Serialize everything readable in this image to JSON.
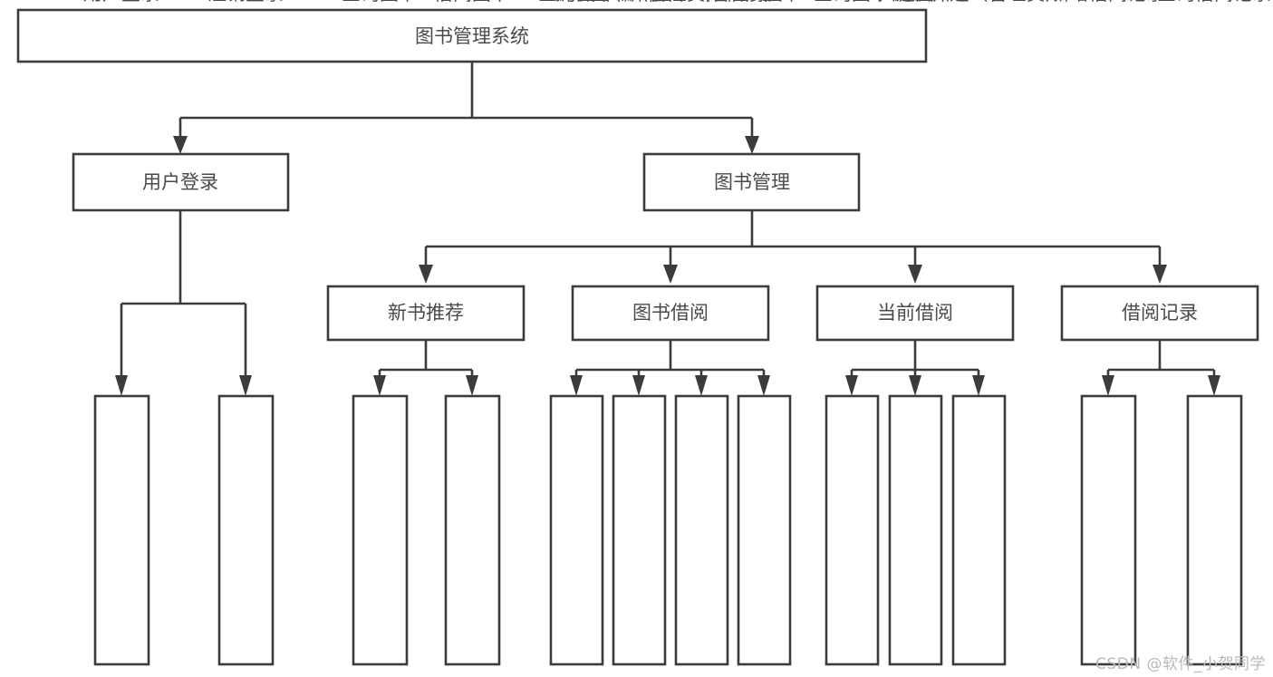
{
  "diagram": {
    "title": "图书管理系统",
    "type": "tree",
    "watermark": "CSDN @软件_小贺同学",
    "colors": {
      "stroke": "#3b3b3b",
      "fill": "#ffffff",
      "text": "#4a4a4a",
      "watermark": "#b9b9b9",
      "background": "#ffffff"
    },
    "root": {
      "id": "root",
      "label": "图书管理系统"
    },
    "level1": [
      {
        "id": "user-login",
        "label": "用户登录"
      },
      {
        "id": "book-manage",
        "label": "图书管理"
      }
    ],
    "level2": [
      {
        "id": "new-book-recommend",
        "label": "新书推荐",
        "parent": "book-manage"
      },
      {
        "id": "book-borrow",
        "label": "图书借阅",
        "parent": "book-manage"
      },
      {
        "id": "current-borrow",
        "label": "当前借阅",
        "parent": "book-manage"
      },
      {
        "id": "borrow-record",
        "label": "借阅记录",
        "parent": "book-manage"
      }
    ],
    "leaves": {
      "user-login": [
        {
          "id": "leaf-user-login",
          "label": "用户登录"
        },
        {
          "id": "leaf-logout-login",
          "label": "注销登录"
        }
      ],
      "new-book-recommend": [
        {
          "id": "leaf-query-book-1",
          "label": "查询图书"
        },
        {
          "id": "leaf-borrow-book-1",
          "label": "借阅图书"
        }
      ],
      "book-borrow": [
        {
          "id": "leaf-query-book-2",
          "label": "查询图书"
        },
        {
          "id": "leaf-add-book",
          "label": "新增图书（管理员）"
        },
        {
          "id": "leaf-edit-book",
          "label": "编辑图书（管理员）"
        },
        {
          "id": "leaf-borrow-book-2",
          "label": "借阅图书"
        }
      ],
      "current-borrow": [
        {
          "id": "leaf-query-book-3",
          "label": "查询图书"
        },
        {
          "id": "leaf-return-book",
          "label": "归还图书"
        },
        {
          "id": "leaf-confirm-return",
          "label": "确认归还（管理员）"
        }
      ],
      "borrow-record": [
        {
          "id": "leaf-add-record",
          "label": "新增借阅记录"
        },
        {
          "id": "leaf-query-record",
          "label": "查询借阅记录"
        }
      ]
    }
  }
}
